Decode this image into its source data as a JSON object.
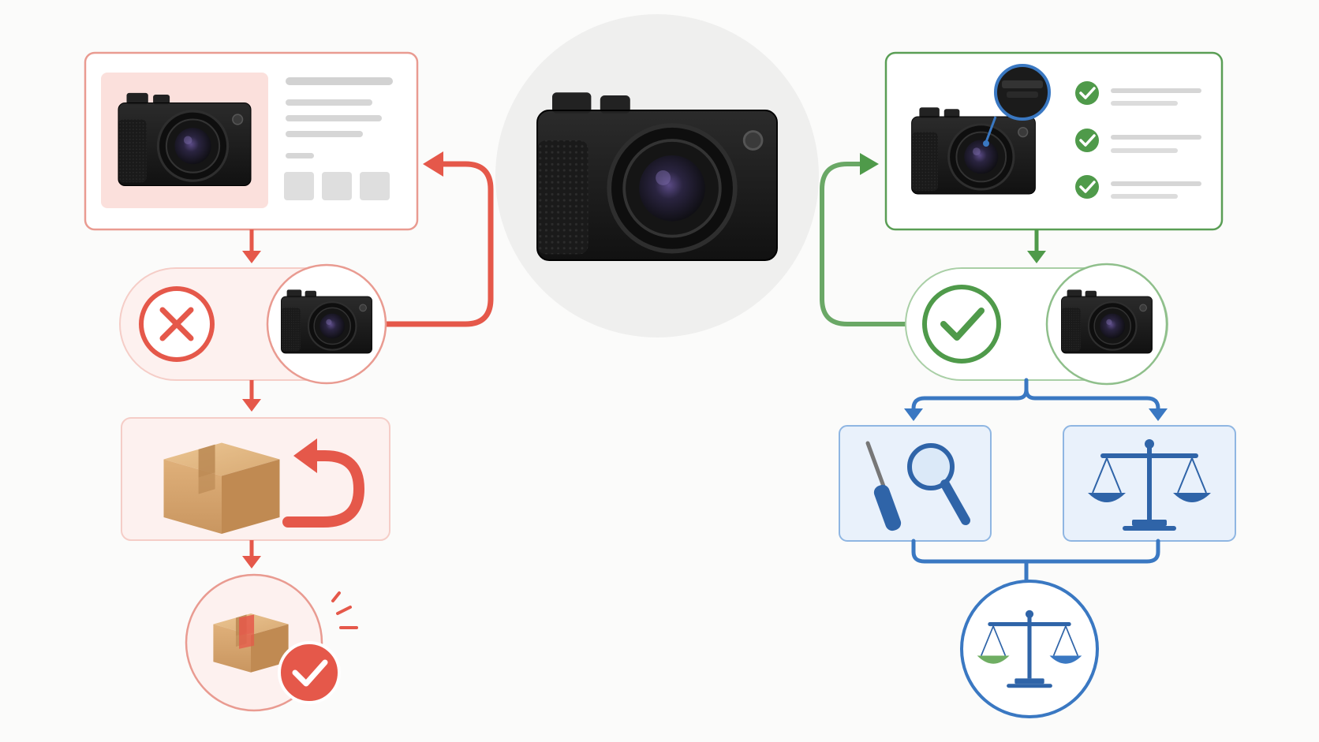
{
  "image": {
    "description_free": true
  },
  "colors": {
    "background": "#fbfbfa",
    "red": "#e5584a",
    "red_fill": "#fde9e6",
    "red_light": "#fdf3f1",
    "green": "#4f9a4a",
    "green_fill": "#ffffff",
    "blue": "#3a78c2",
    "blue_fill": "#e9f1fb",
    "gray_line": "#d4d4d4",
    "camera_body": "#1c1c1c",
    "box_tan": "#d9a872",
    "box_dark": "#c28f58",
    "center_circle": "#efefee"
  },
  "icons": {
    "center": "camera-icon",
    "left_flow": [
      "product-listing-card",
      "reject-x-icon",
      "camera-icon",
      "return-box-icon",
      "return-arrow-icon",
      "box-delivered-check-icon"
    ],
    "right_flow": [
      "inspection-checklist-card",
      "magnifier-zoom-icon",
      "approve-check-icon",
      "camera-icon",
      "screwdriver-icon",
      "magnifying-glass-icon",
      "balance-scale-icon",
      "balance-scale-result-icon"
    ]
  },
  "nodes": {
    "center": {
      "kind": "camera-hero"
    },
    "left": {
      "listing": {
        "outcome": "mismatch"
      },
      "verdict": {
        "status": "rejected"
      },
      "return": {
        "status": "return"
      },
      "final": {
        "status": "refund-complete"
      }
    },
    "right": {
      "inspection": {
        "checks": 3,
        "status": "verified"
      },
      "verdict": {
        "status": "approved"
      },
      "tools": {
        "kind": "repair-inspect"
      },
      "scale": {
        "kind": "fair-compare"
      },
      "final": {
        "status": "balanced"
      }
    }
  }
}
